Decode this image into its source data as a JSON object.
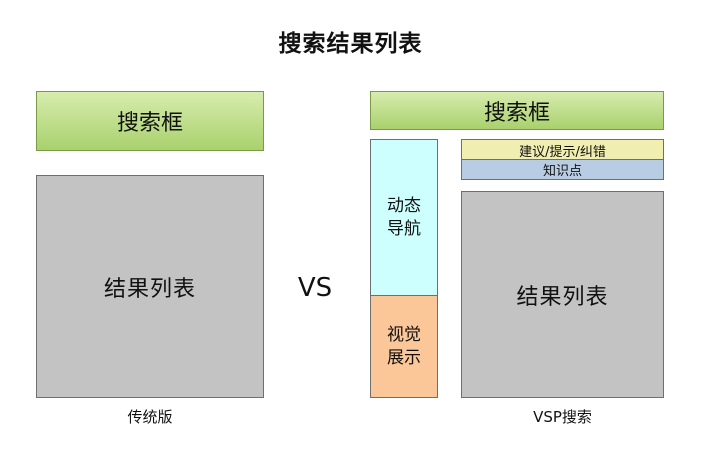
{
  "title": "搜索结果列表",
  "traditional": {
    "search_box": "搜索框",
    "results": "结果列表",
    "caption": "传统版"
  },
  "versus": "VS",
  "vsp": {
    "search_box": "搜索框",
    "dynamic_nav": [
      "动态",
      "导航"
    ],
    "visual_display": [
      "视觉",
      "展示"
    ],
    "suggestions": "建议/提示/纠错",
    "knowledge": "知识点",
    "results": "结果列表",
    "caption": "VSP搜索"
  },
  "colors": {
    "search_green": "#b5d87f",
    "results_gray": "#c3c3c3",
    "nav_cyan": "#ccfffe",
    "visual_orange": "#fbc799",
    "suggest_yellow": "#f1eeb1",
    "knowledge_blue": "#b8cce4"
  }
}
